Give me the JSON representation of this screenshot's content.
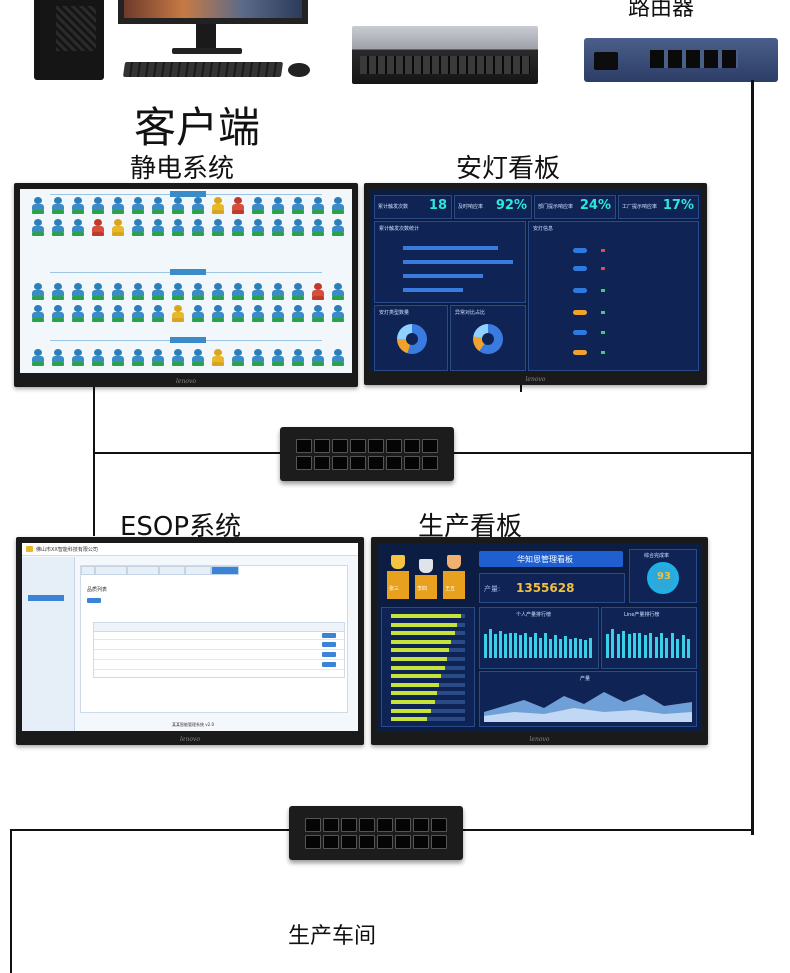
{
  "labels": {
    "router": "路由器",
    "client": "客户端",
    "static_system": "静电系统",
    "andon_board": "安灯看板",
    "esop_system": "ESOP系统",
    "production_board": "生产看板",
    "workshop": "生产车间"
  },
  "monitor_brand": "lenovo",
  "andon": {
    "kpis": [
      {
        "label": "累计触发次数",
        "value": "18"
      },
      {
        "label": "及时响应率",
        "value": "92%"
      },
      {
        "label": "部门提示响应率",
        "value": "24%"
      },
      {
        "label": "工厂提示响应率",
        "value": "17%"
      }
    ],
    "panels": {
      "trend": "累计触发次数统计",
      "type_count": "安灯类型数量",
      "pie_title": "异常对比占比",
      "list": "安灯信息"
    }
  },
  "esop": {
    "company": "佛山市XX智能科技有限公司",
    "list_title": "品质列表",
    "footer": "某某智能管理系统 v2.0"
  },
  "production": {
    "title": "华知恩管理看板",
    "output_label": "产量:",
    "output_value": "1355628",
    "rate_title": "综合完成率",
    "rate_value": "93",
    "podium": [
      "张三",
      "李四",
      "王五"
    ],
    "personal_rank": "个人产量排行榜",
    "line_rank": "Line产量排行榜",
    "area_title": "产量"
  },
  "colors": {
    "lines": "#111111",
    "dashboard_bg": "#0c1d44",
    "accent_teal": "#2ee6d6",
    "bar_green": "#c6e33a"
  }
}
